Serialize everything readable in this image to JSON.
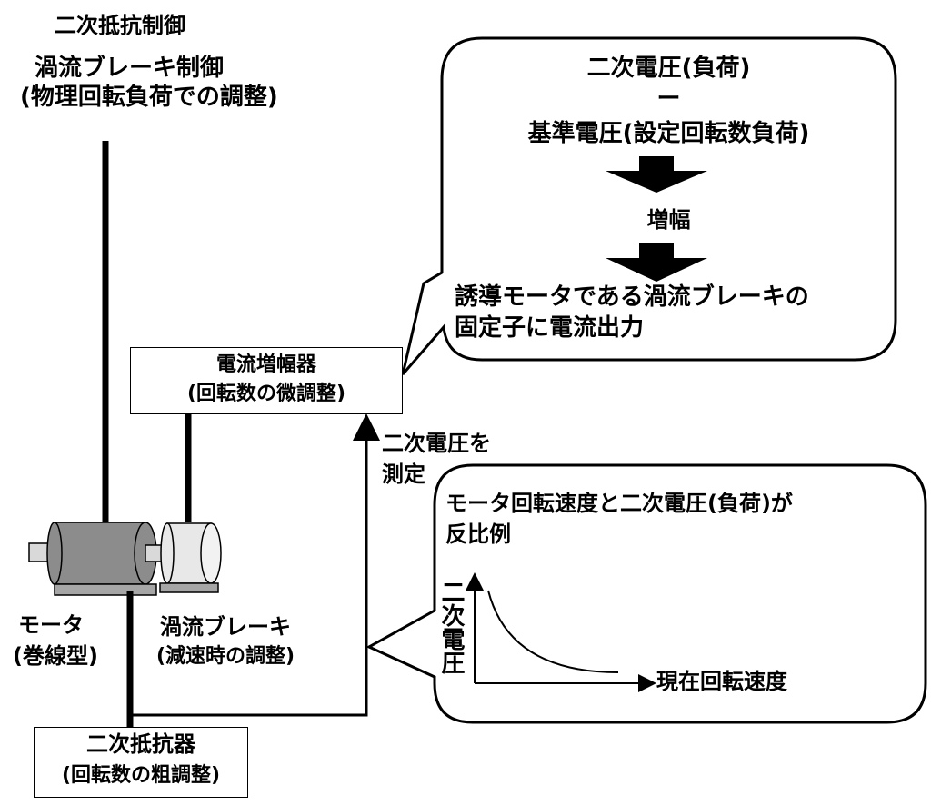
{
  "labels": {
    "secondary_resistance_control": "二次抵抗制御",
    "eddy_brake_control_line1": "渦流ブレーキ制御",
    "eddy_brake_control_line2": "(物理回転負荷での調整)",
    "amplifier_line1": "電流増幅器",
    "amplifier_line2": "(回転数の微調整)",
    "measure_line1": "二次電圧を",
    "measure_line2": "測定",
    "motor_line1": "モータ",
    "motor_line2": "(巻線型)",
    "brake_line1": "渦流ブレーキ",
    "brake_line2": "(減速時の調整)",
    "resistor_line1": "二次抵抗器",
    "resistor_line2": "(回転数の粗調整)"
  },
  "bubble_top": {
    "line1": "二次電圧(負荷)",
    "minus": "ー",
    "line2": "基準電圧(設定回転数負荷)",
    "amplify": "増幅",
    "output_line1": "誘導モータである渦流ブレーキの",
    "output_line2": "固定子に電流出力"
  },
  "bubble_bottom": {
    "line1": "モータ回転速度と二次電圧(負荷)が",
    "line2": "反比例",
    "y_axis": "二次電圧",
    "x_axis": "現在回転速度"
  },
  "colors": {
    "motor_body": "#8c8c8c",
    "motor_shaft": "#d9d9d9",
    "brake_body": "#e8e8e8",
    "base": "#a6a6a6"
  }
}
